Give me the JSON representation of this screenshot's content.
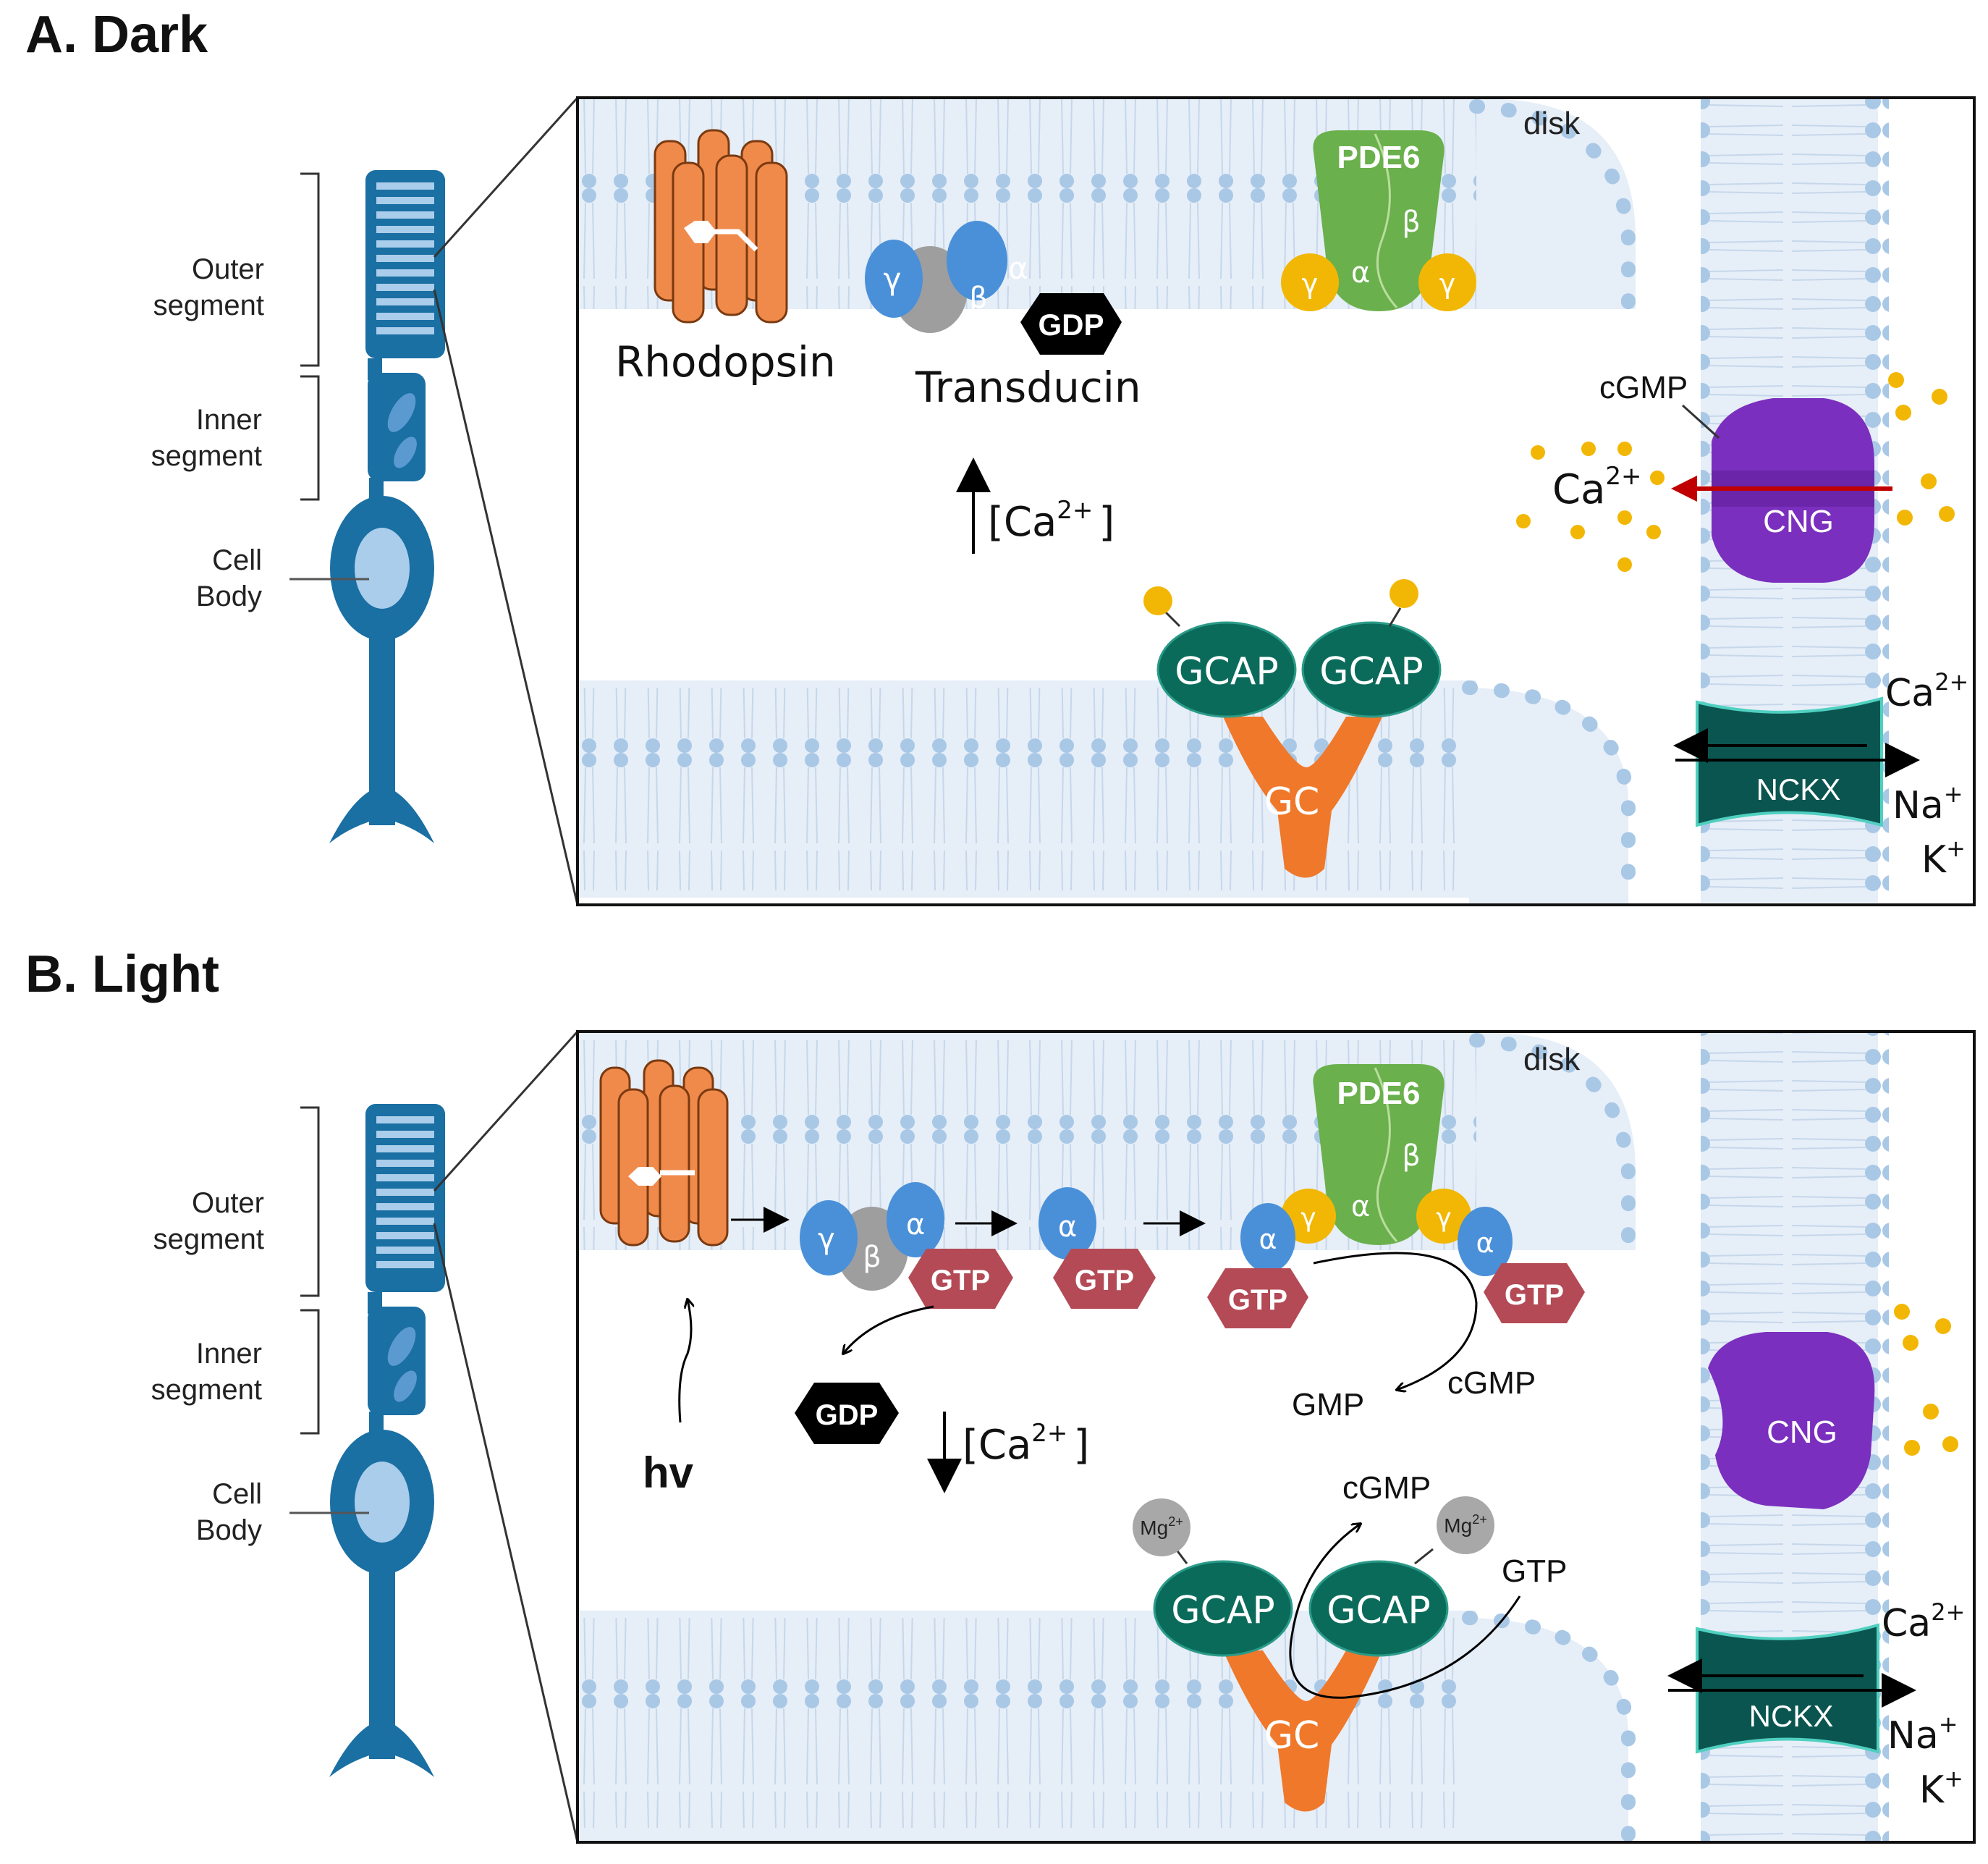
{
  "panels": [
    {
      "id": "dark",
      "title": "A. Dark",
      "cell_labels": {
        "outer_1": "Outer",
        "outer_2": "segment",
        "inner_1": "Inner",
        "inner_2": "segment",
        "body_1": "Cell",
        "body_2": "Body"
      },
      "disk": "disk",
      "rhodopsin": "Rhodopsin",
      "transducin": "Transducin",
      "gdp": "GDP",
      "pde6": "PDE6",
      "greek": {
        "alpha": "α",
        "beta": "β",
        "gamma": "γ"
      },
      "cgmp": "cGMP",
      "ca": "Ca",
      "sup2plus": "2+",
      "cng": "CNG",
      "ca_conc": "[Ca",
      "ca_conc_close": "]",
      "gcap": "GCAP",
      "gc": "GC",
      "nckx": "NCKX",
      "na": "Na",
      "k": "K",
      "sup_plus": "+"
    },
    {
      "id": "light",
      "title": "B. Light",
      "cell_labels": {
        "outer_1": "Outer",
        "outer_2": "segment",
        "inner_1": "Inner",
        "inner_2": "segment",
        "body_1": "Cell",
        "body_2": "Body"
      },
      "disk": "disk",
      "pde6": "PDE6",
      "greek": {
        "alpha": "α",
        "beta": "β",
        "gamma": "γ"
      },
      "gtp": "GTP",
      "gdp": "GDP",
      "hv": "hv",
      "gmp": "GMP",
      "cgmp": "cGMP",
      "ca_conc": "[Ca",
      "ca_conc_close": "]",
      "sup2plus": "2+",
      "mg": "Mg",
      "gcap": "GCAP",
      "gc": "GC",
      "cng": "CNG",
      "nckx": "NCKX",
      "ca": "Ca",
      "na": "Na",
      "k": "K",
      "sup_plus": "+"
    }
  ],
  "colors": {
    "cell": "#1a6fa3",
    "membrane_head": "#a9c8e6",
    "membrane_bg": "#e6eef8",
    "rhodopsin": "#f08a4b",
    "alpha_beta_blue": "#4a90d9",
    "beta_grey": "#9e9e9e",
    "pde6": "#6ab04c",
    "gamma_yellow": "#f2b705",
    "cng": "#7b2fbe",
    "gcap": "#0b6b5b",
    "gc": "#f0782a",
    "nckx": "#0b5550",
    "gtp": "#b34a55",
    "red_arrow": "#c00000",
    "mg": "#a8a8a8"
  }
}
